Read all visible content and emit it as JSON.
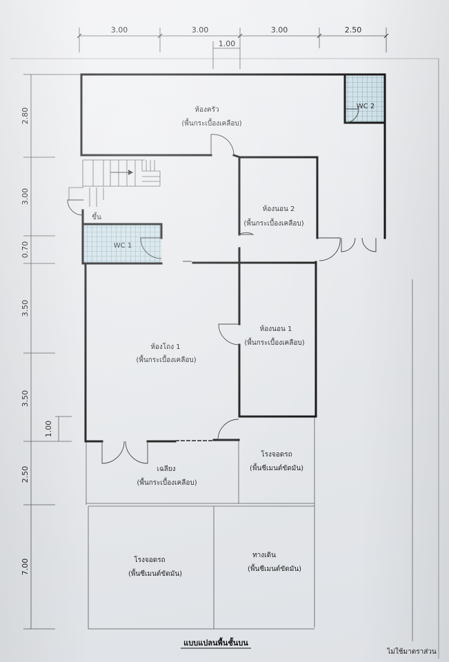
{
  "colors": {
    "wall": "#111111",
    "tile": "#c9dde6",
    "line": "#555555"
  },
  "dimensions": {
    "top": [
      "3.00",
      "3.00",
      "3.00",
      "2.50"
    ],
    "top_sub": "1.00",
    "left": [
      "2.80",
      "3.00",
      "0.70",
      "3.50",
      "3.50",
      "2.50",
      "7.00"
    ],
    "left_sub": "1.00"
  },
  "rooms": {
    "kitchen": "ห้องครัว",
    "bedroom2": "ห้องนอน 2",
    "bedroom1": "ห้องนอน 1",
    "hall1": "ห้องโถง 1",
    "terrace": "เฉลียง",
    "garage_small": "โรงจอดรถ",
    "garage_large": "โรงจอดรถ",
    "walkway": "ทางเดิน",
    "wc1": "WC 1",
    "wc2": "WC 2",
    "up": "ขึ้น"
  },
  "floors": {
    "tile": "(พื้นกระเบื้องเคลือบ)",
    "cement": "(พื้นซีเมนต์ขัดมัน)"
  },
  "title": "แบบแปลนพื้นชั้นบน",
  "scale_note": "ไม่ใช้มาตราส่วน"
}
